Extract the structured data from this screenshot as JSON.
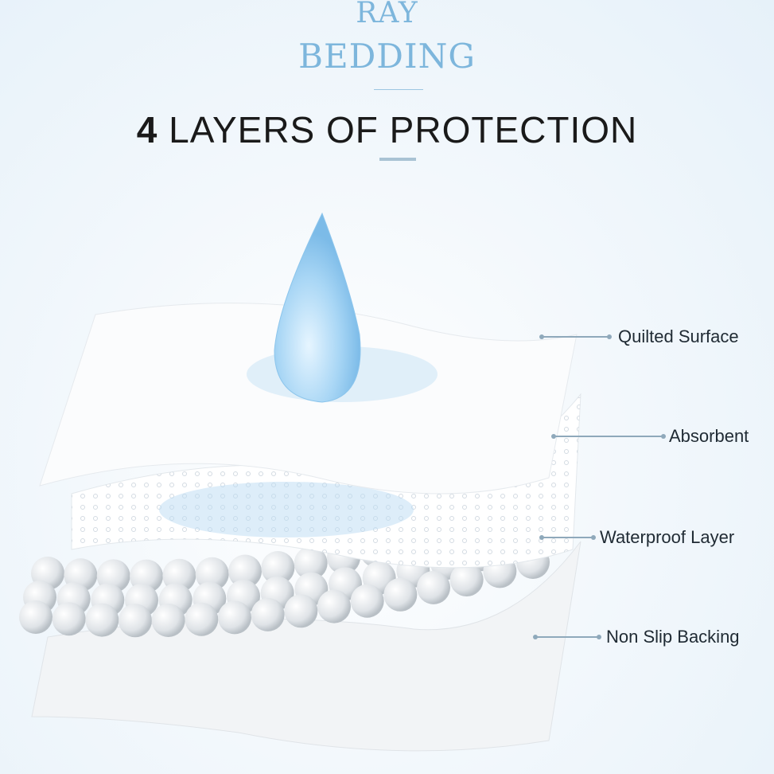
{
  "brand": {
    "line1": "RAY",
    "line2": "BEDDING"
  },
  "title": {
    "number": "4",
    "text": " LAYERS OF PROTECTION"
  },
  "layers": [
    {
      "label": "Quilted Surface"
    },
    {
      "label": "Absorbent"
    },
    {
      "label": "Waterproof Layer"
    },
    {
      "label": "Non Slip Backing"
    }
  ],
  "colors": {
    "accent": "#7db6dc",
    "droplet": "#9fd0f2",
    "line": "#8fa9bb"
  }
}
